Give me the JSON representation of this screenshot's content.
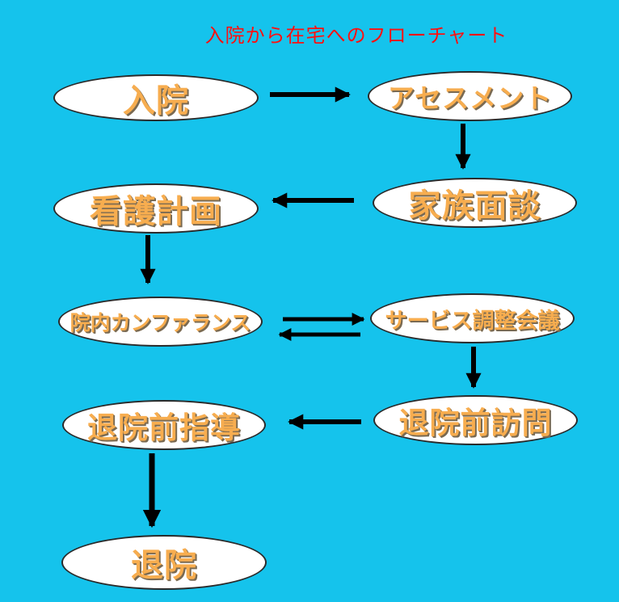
{
  "title": "入院から在宅へのフローチャート",
  "nodes": {
    "admission": "入院",
    "assessment": "アセスメント",
    "nursing_plan": "看護計画",
    "family_interview": "家族面談",
    "conference": "院内カンファランス",
    "service_meeting": "サービス調整会議",
    "discharge_guidance": "退院前指導",
    "discharge_visit": "退院前訪問",
    "discharge": "退院"
  },
  "colors": {
    "background": "#15c3ec",
    "title": "#ff1010",
    "node_fill": "#ffffff",
    "label": "#f7ad4f",
    "arrow": "#000000"
  }
}
